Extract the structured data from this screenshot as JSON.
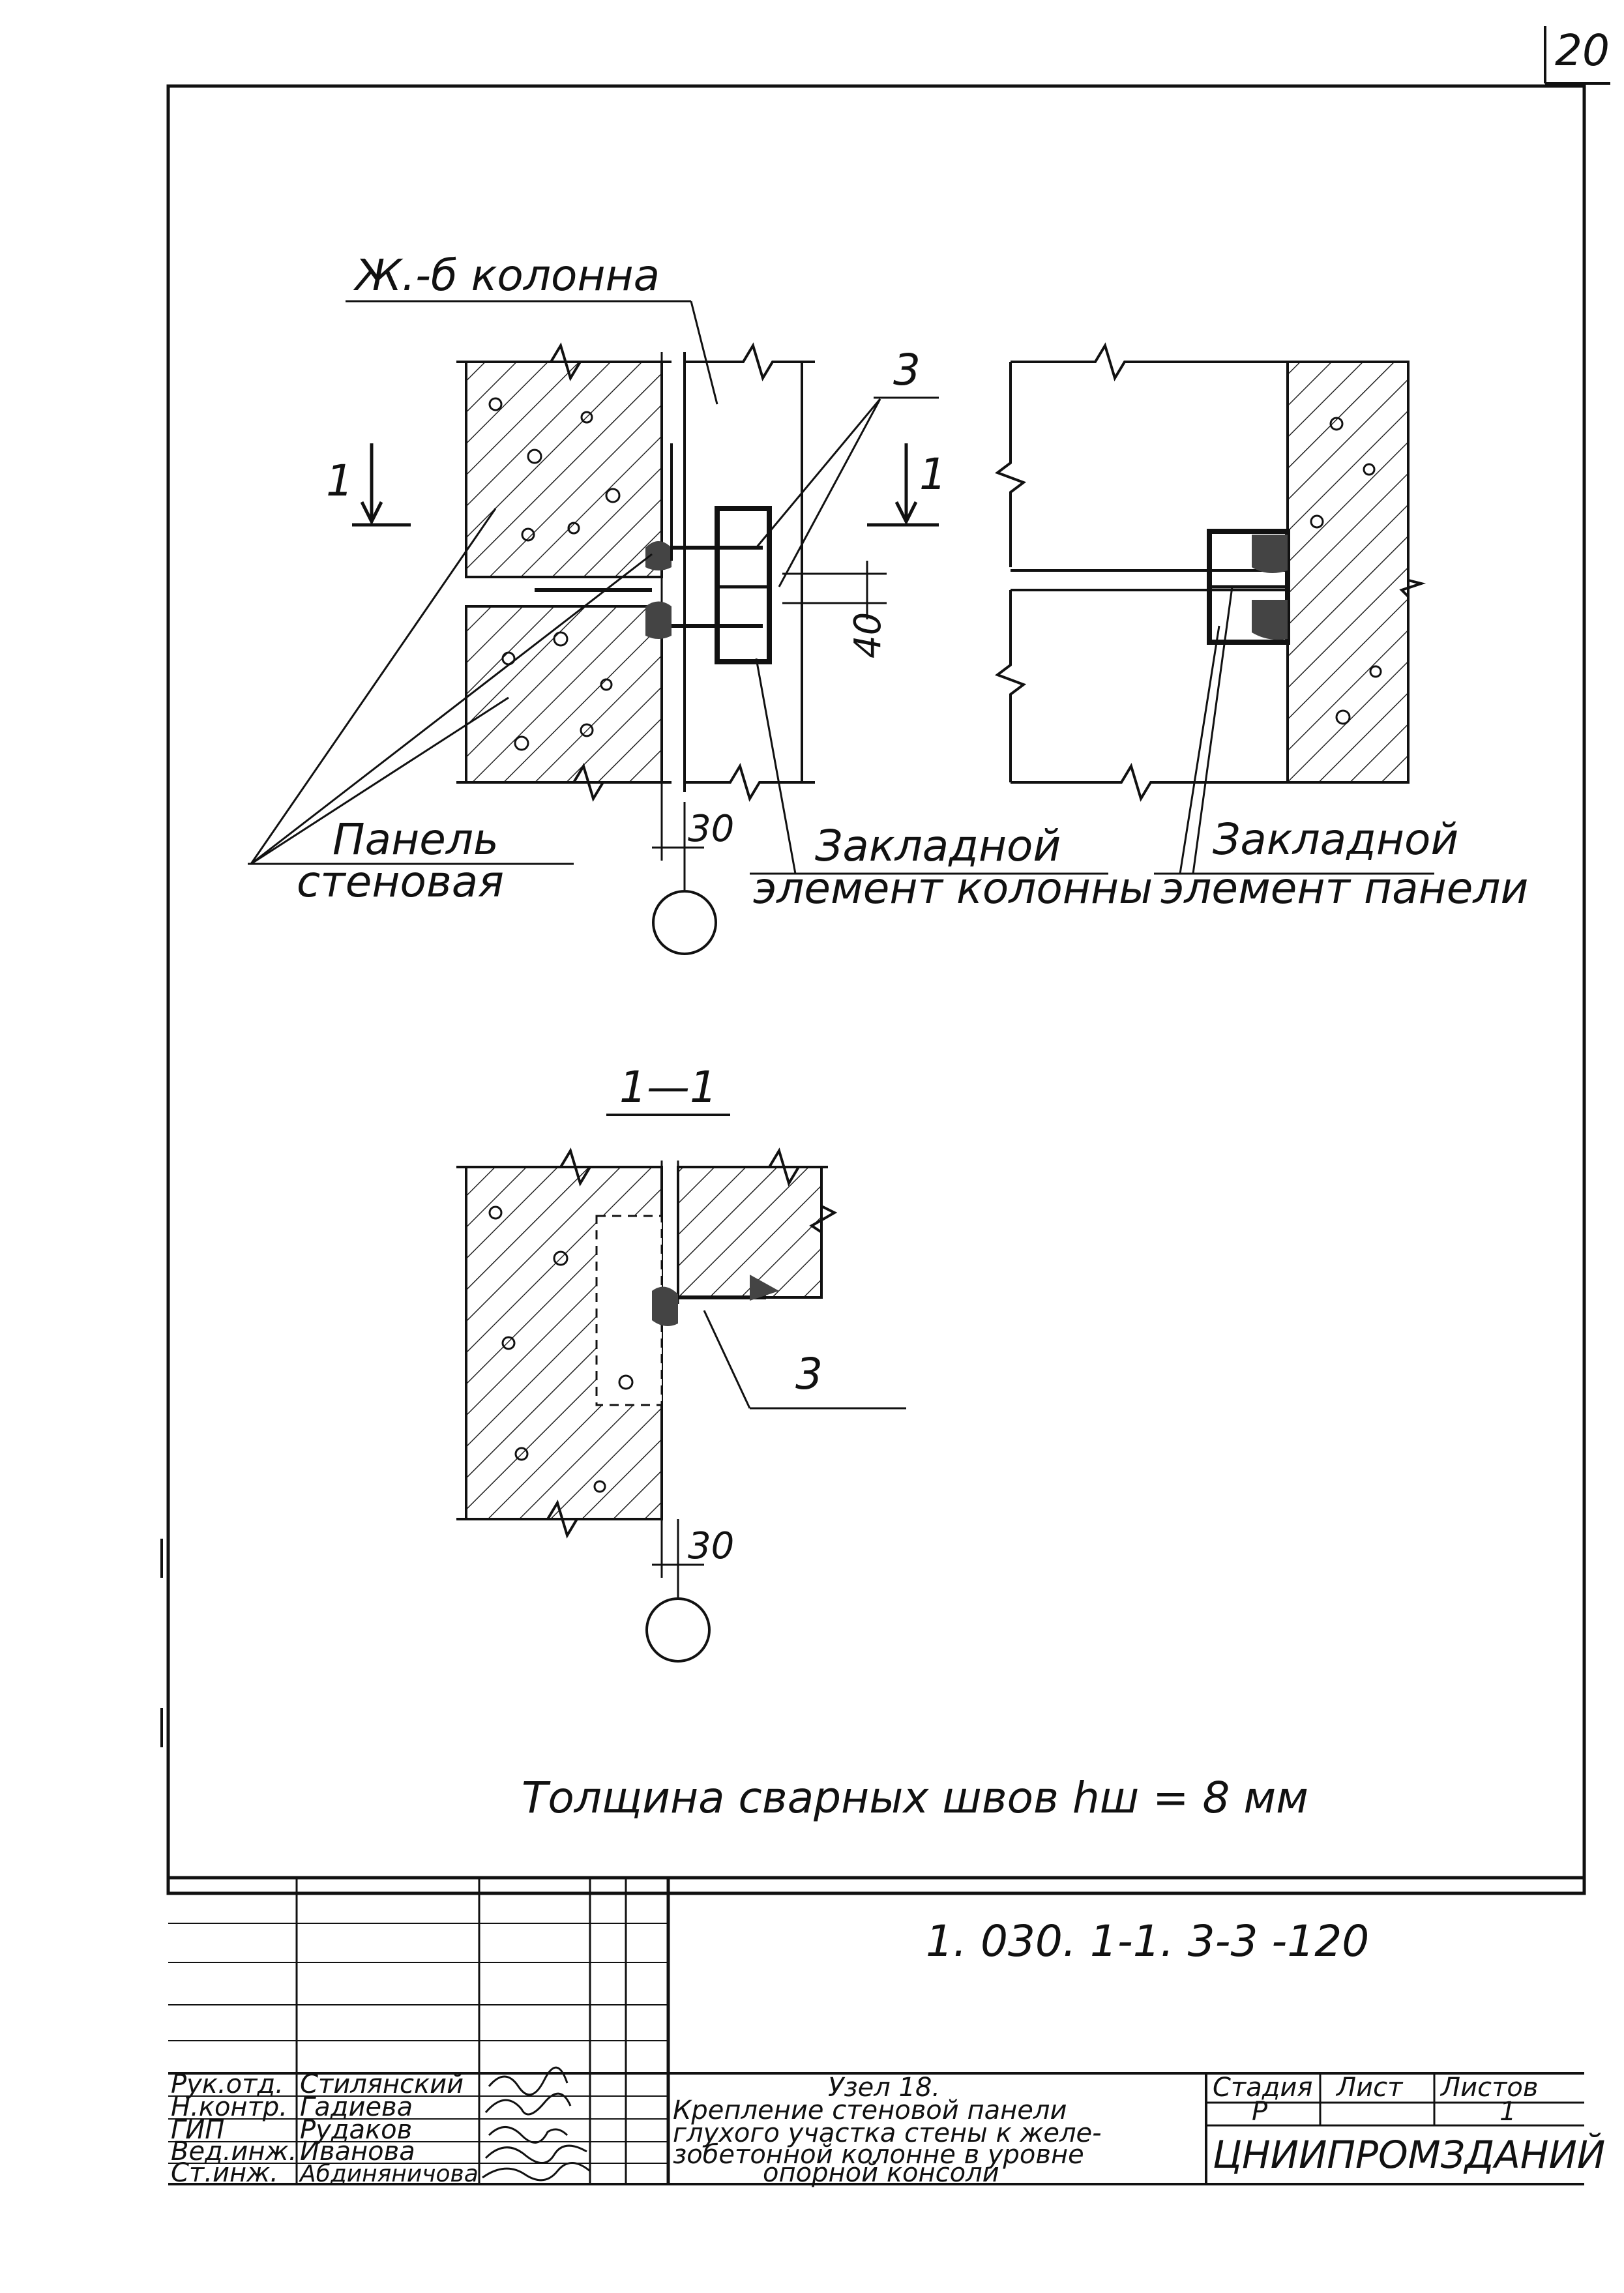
{
  "sheet": {
    "page_number": "20"
  },
  "drawing": {
    "labels": {
      "column": "Ж.-б колонна",
      "section_mark_left": "1",
      "section_mark_right": "1",
      "item_3_top": "3",
      "dim_40": "40",
      "panel_line1": "Панель",
      "panel_line2": "стеновая",
      "dim_30_top": "30",
      "embed_column_line1": "Закладной",
      "embed_column_line2": "элемент колонны",
      "embed_panel_line1": "Закладной",
      "embed_panel_line2": "элемент панели",
      "section_title": "1—1",
      "item_3_section": "3",
      "dim_30_section": "30"
    },
    "note": "Толщина сварных швов hш = 8 мм"
  },
  "title_block": {
    "doc_code": "1. 030. 1-1. 3-3 -120",
    "staff": [
      {
        "role": "Рук.отд.",
        "name": "Стилянский"
      },
      {
        "role": "Н.контр.",
        "name": "Гадиева"
      },
      {
        "role": "ГИП",
        "name": "Рудаков"
      },
      {
        "role": "Вед.инж.",
        "name": "Иванова"
      },
      {
        "role": "Ст.инж.",
        "name": "Абдиняничова"
      }
    ],
    "title_line1": "Узел 18.",
    "title_line2": "Крепление стеновой панели",
    "title_line3": "глухого участка стены к желе-",
    "title_line4": "зобетонной колонне в уровне",
    "title_line5": "опорной консоли",
    "stage_header": "Стадия",
    "sheet_header": "Лист",
    "sheets_header": "Листов",
    "stage_value": "Р",
    "sheet_value": "",
    "sheets_value": "1",
    "organization": "ЦНИИПРОМЗДАНИЙ"
  }
}
